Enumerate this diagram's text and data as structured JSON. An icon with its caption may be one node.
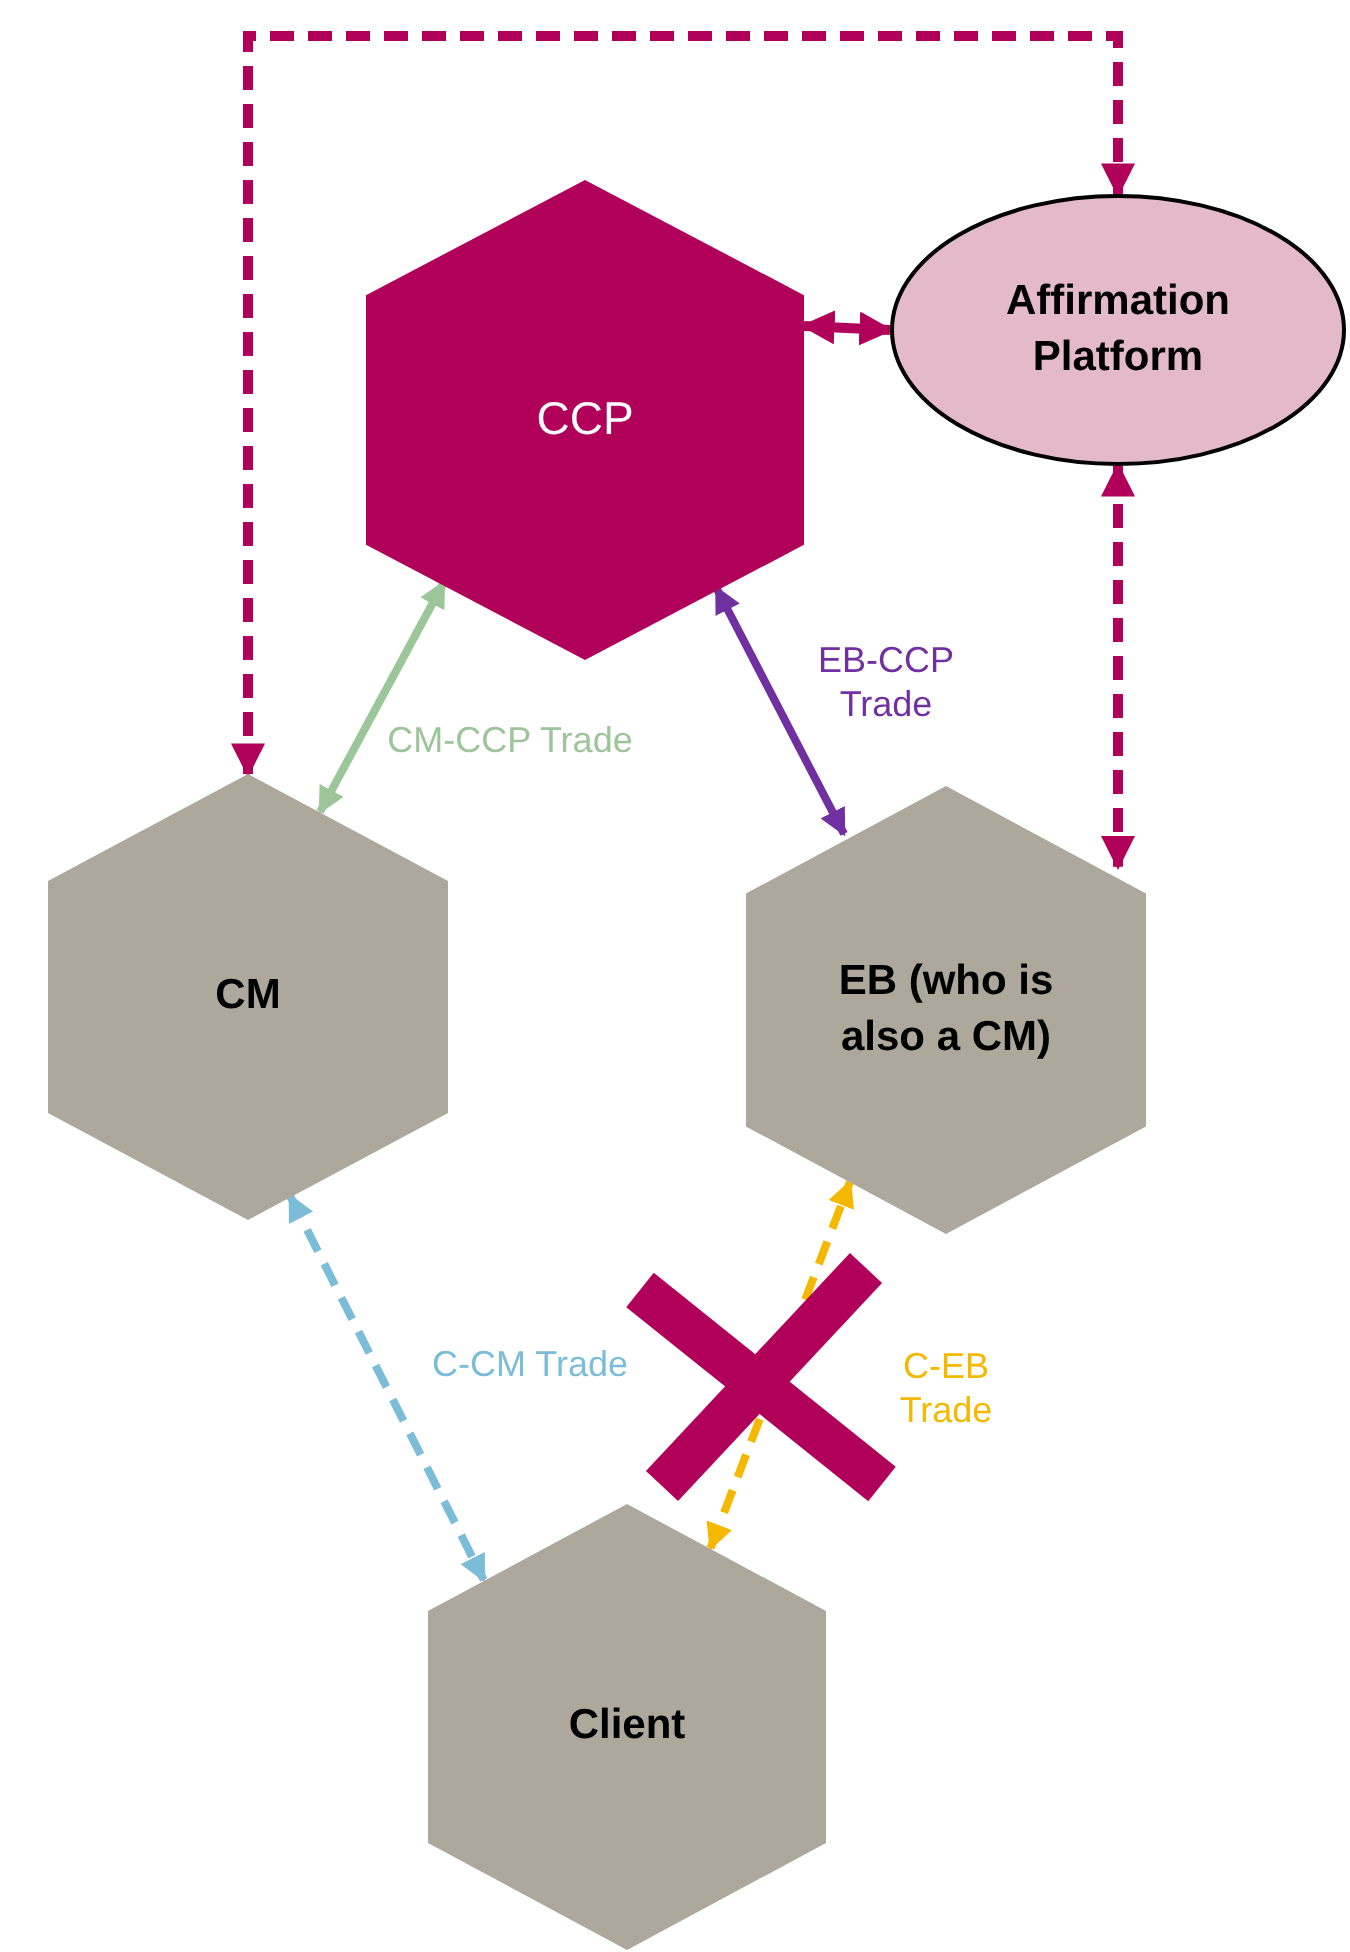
{
  "diagram": {
    "nodes": [
      {
        "text": [
          "CCP"
        ]
      },
      {
        "text": [
          "Affirmation Platform"
        ]
      },
      {
        "text": [
          "CM"
        ]
      },
      {
        "text": [
          "EB (who is also a CM)"
        ]
      },
      {
        "text": [
          "Client"
        ]
      }
    ],
    "edges": [
      {
        "from": 0,
        "to": 1,
        "arrow": "both"
      },
      {
        "from": 2,
        "to": 1,
        "arrow": "both",
        "style": "dashed"
      },
      {
        "from": 1,
        "to": 3,
        "arrow": "both",
        "style": "dashed"
      },
      {
        "from": 2,
        "to": 0,
        "arrow": "both",
        "label": "CM-CCP Trade",
        "color": "#9dc59a"
      },
      {
        "from": 0,
        "to": 3,
        "arrow": "both",
        "label": "EB-CCP Trade",
        "color": "#7030a0"
      },
      {
        "from": 2,
        "to": 4,
        "arrow": "both",
        "label": "C-CM Trade",
        "style": "dashed",
        "color": "#7bbcd8"
      },
      {
        "from": 4,
        "to": 3,
        "arrow": "both",
        "label": "C-EB Trade",
        "style": "dashed",
        "color": "#f5b800"
      }
    ]
  }
}
